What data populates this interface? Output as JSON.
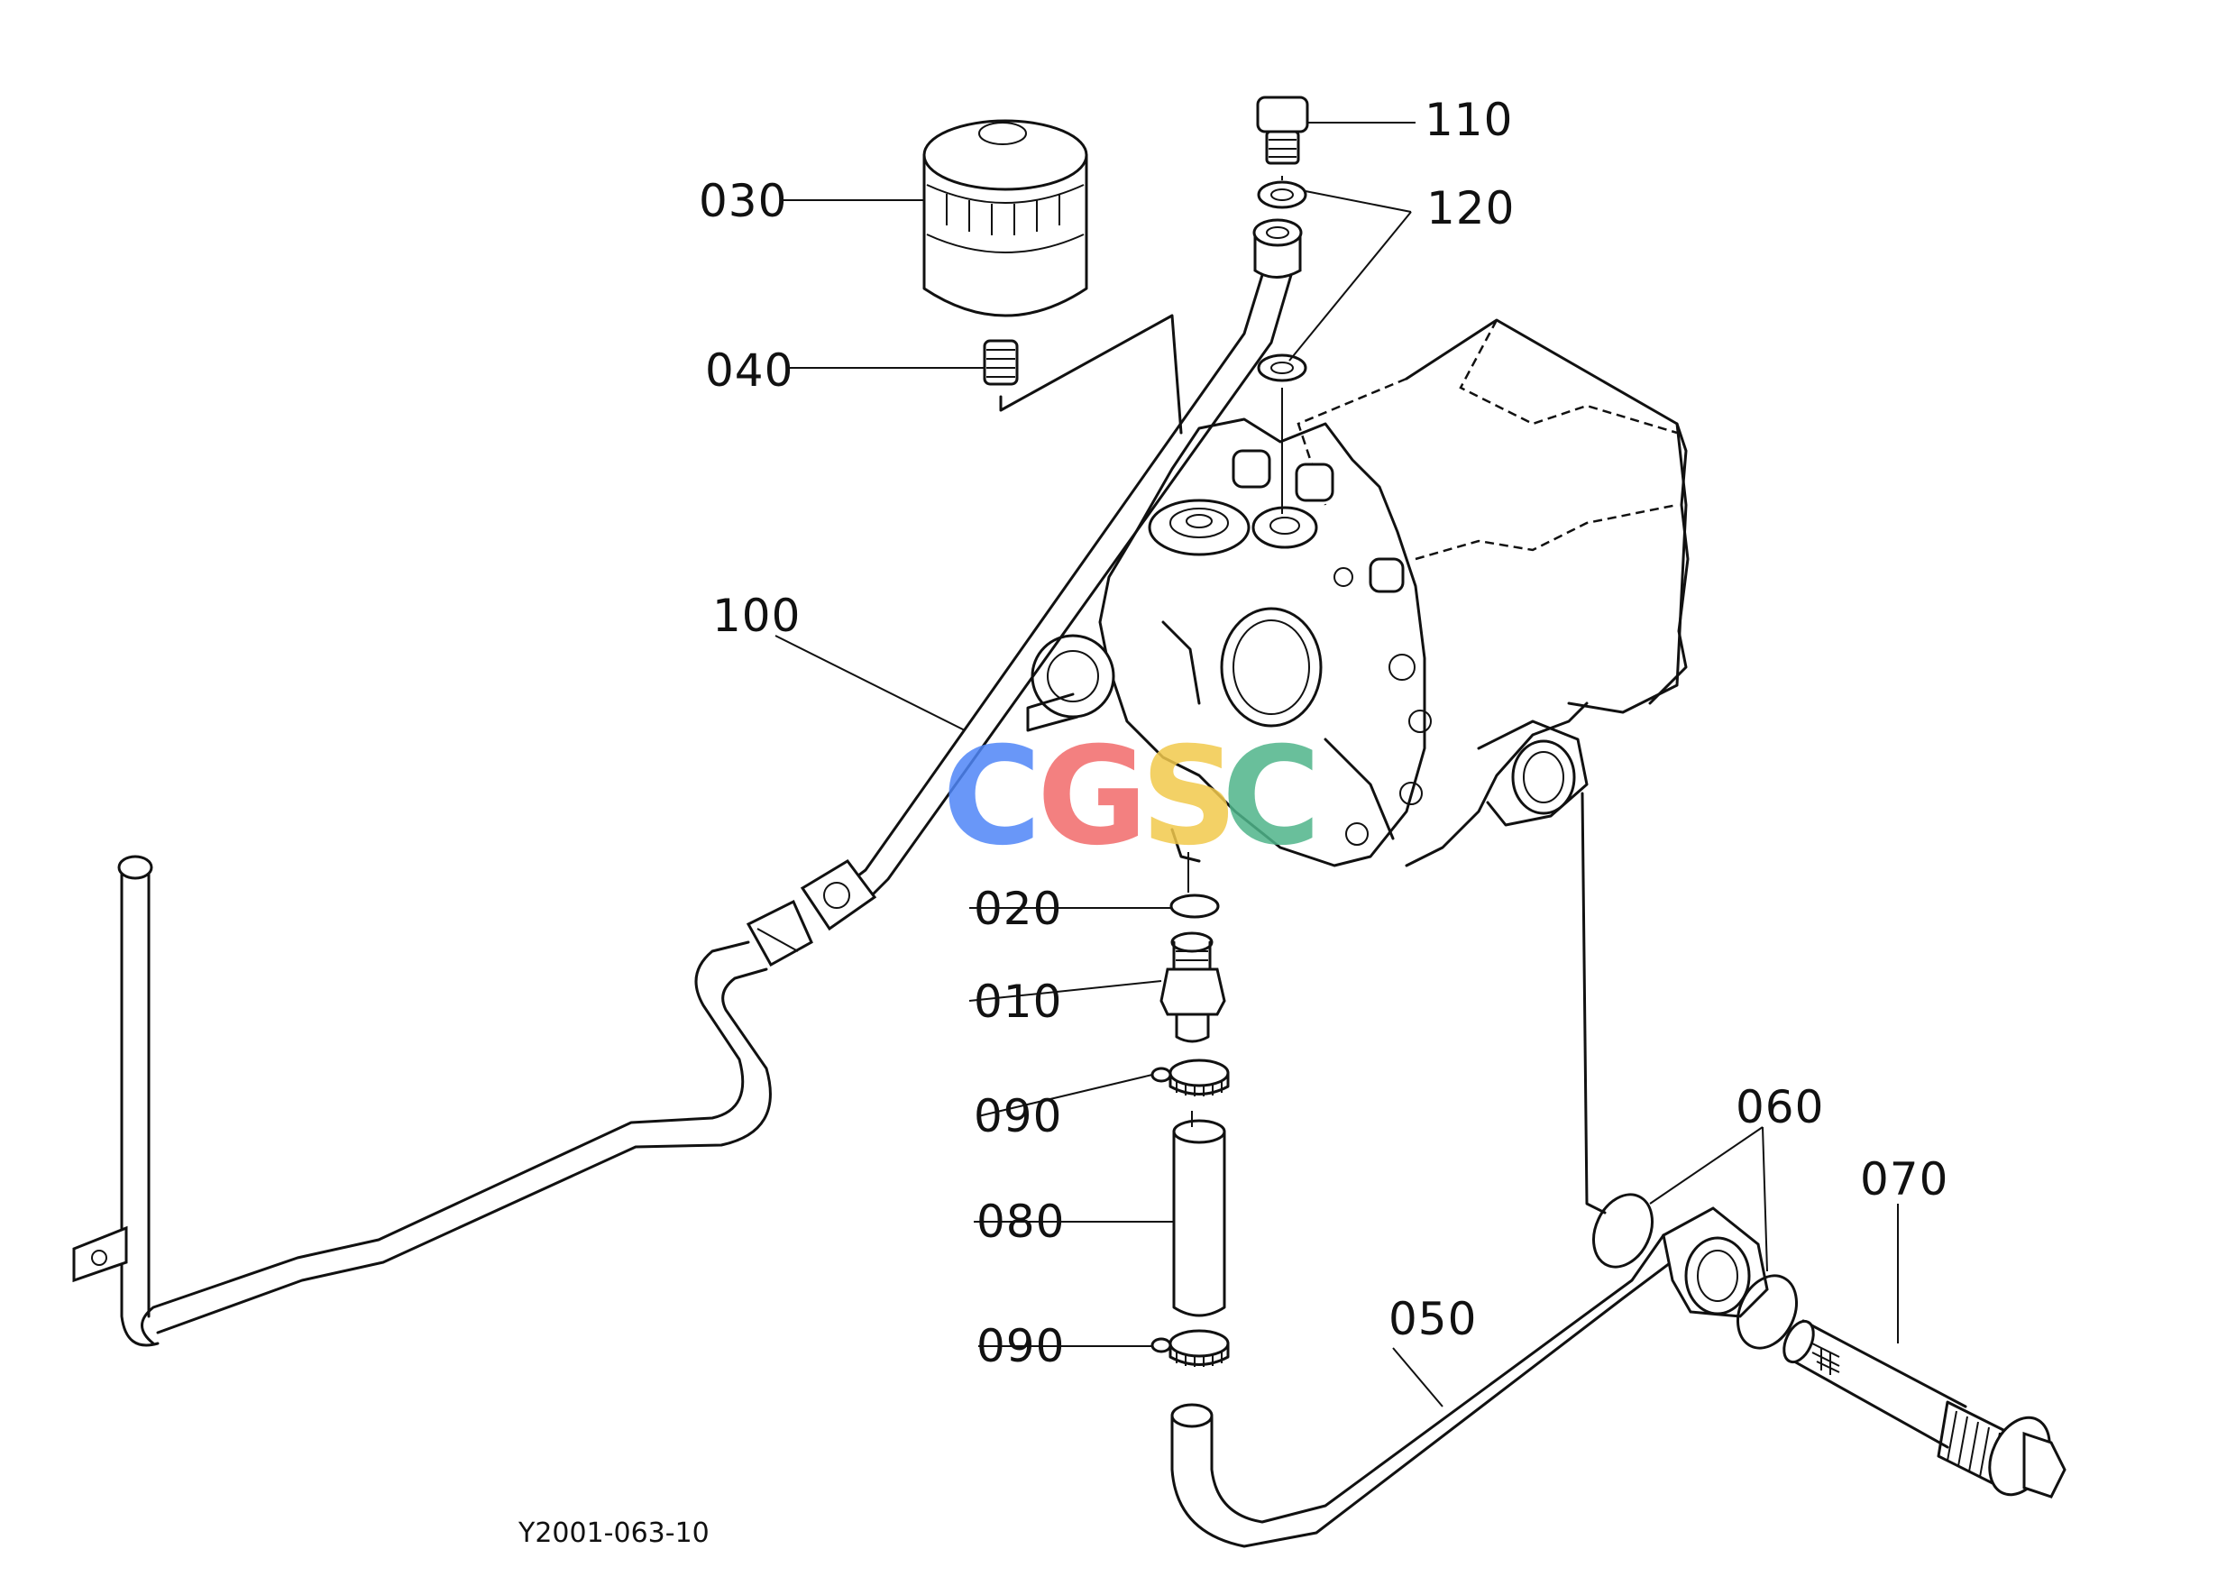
{
  "diagram": {
    "drawing_code": "Y2001-063-10",
    "watermark": "CGSC",
    "watermark_colors": [
      "#4f86f7",
      "#f26b6b",
      "#f2c94c",
      "#4fb58a"
    ],
    "parts": [
      {
        "id": "p010",
        "label": "010"
      },
      {
        "id": "p020",
        "label": "020"
      },
      {
        "id": "p030",
        "label": "030"
      },
      {
        "id": "p040",
        "label": "040"
      },
      {
        "id": "p050",
        "label": "050"
      },
      {
        "id": "p060",
        "label": "060"
      },
      {
        "id": "p070",
        "label": "070"
      },
      {
        "id": "p080",
        "label": "080"
      },
      {
        "id": "p090a",
        "label": "090"
      },
      {
        "id": "p090b",
        "label": "090"
      },
      {
        "id": "p100",
        "label": "100"
      },
      {
        "id": "p110",
        "label": "110"
      },
      {
        "id": "p120",
        "label": "120"
      }
    ]
  }
}
